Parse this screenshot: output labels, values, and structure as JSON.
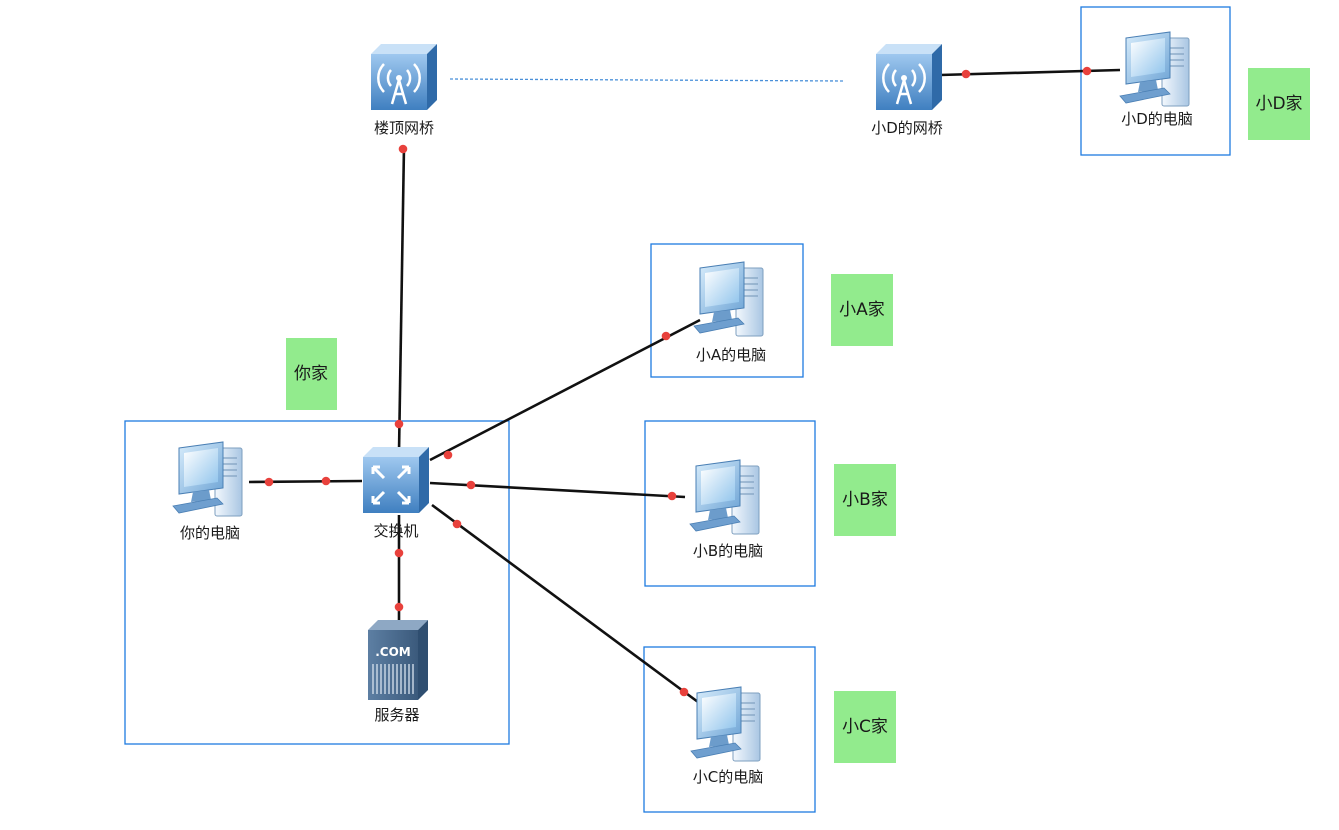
{
  "devices": {
    "roof_bridge": "楼顶网桥",
    "d_bridge": "小D的网桥",
    "d_pc": "小D的电脑",
    "a_pc": "小A的电脑",
    "b_pc": "小B的电脑",
    "c_pc": "小C的电脑",
    "your_pc": "你的电脑",
    "switch": "交换机",
    "server": "服务器",
    "server_badge": ".COM"
  },
  "houses": {
    "yours": "你家",
    "a": "小A家",
    "b": "小B家",
    "c": "小C家",
    "d": "小D家"
  },
  "colors": {
    "box_border": "#1e7be0",
    "tag_fill": "#92eb8d",
    "link": "#111111",
    "port_dot": "#e8413c",
    "wireless_link": "#4a90d9"
  }
}
